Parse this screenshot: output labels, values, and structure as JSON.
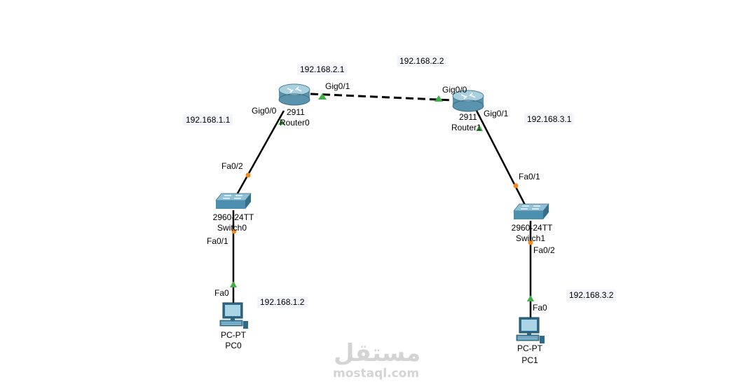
{
  "devices": {
    "router0": {
      "model": "2911",
      "name": "Router0"
    },
    "router1": {
      "model": "2911",
      "name": "Router1"
    },
    "switch0": {
      "model": "2960-24TT",
      "name": "Switch0"
    },
    "switch1": {
      "model": "2960-24TT",
      "name": "Switch1"
    },
    "pc0": {
      "model": "PC-PT",
      "name": "PC0"
    },
    "pc1": {
      "model": "PC-PT",
      "name": "PC1"
    }
  },
  "ports": {
    "r0_gig00": "Gig0/0",
    "r0_gig01": "Gig0/1",
    "r1_gig00": "Gig0/0",
    "r1_gig01": "Gig0/1",
    "sw0_fa02": "Fa0/2",
    "sw0_fa01": "Fa0/1",
    "sw1_fa01": "Fa0/1",
    "sw1_fa02": "Fa0/2",
    "pc0_fa0": "Fa0",
    "pc1_fa0": "Fa0"
  },
  "addresses": {
    "r0_wan": "192.168.2.1",
    "r1_wan": "192.168.2.2",
    "r0_lan": "192.168.1.1",
    "r1_lan": "192.168.3.1",
    "pc0": "192.168.1.2",
    "pc1": "192.168.3.2"
  },
  "colors": {
    "link": "#000000",
    "port_up": "#3cb043",
    "port_amber": "#f08a1c",
    "router_body": "#7fb3c8",
    "switch_body": "#4d8fae"
  },
  "watermark": {
    "arabic": "مستقل",
    "latin": "mostaql.com"
  }
}
